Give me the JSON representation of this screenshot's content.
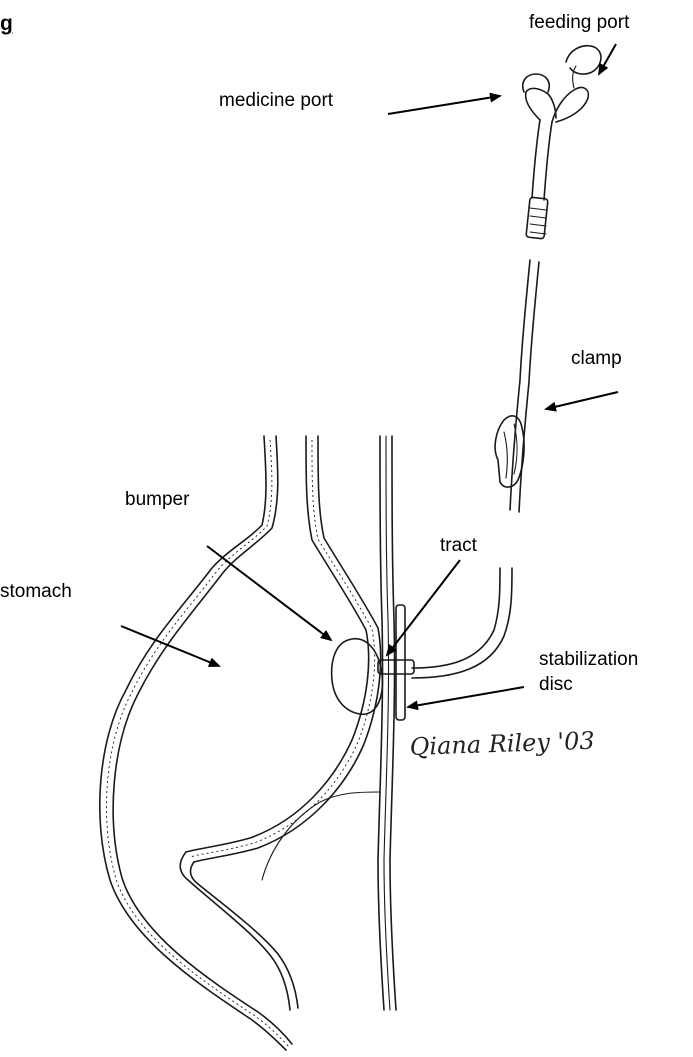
{
  "heading": "g",
  "labels": {
    "feeding_port": "feeding port",
    "medicine_port": "medicine port",
    "clamp": "clamp",
    "bumper": "bumper",
    "tract": "tract",
    "stomach": "stomach",
    "stabilization_line1": "stabilization",
    "stabilization_line2": "disc"
  },
  "signature": "Qiana Riley '03",
  "colors": {
    "ink": "#1a1a1a",
    "label": "#000000",
    "background": "#ffffff"
  }
}
